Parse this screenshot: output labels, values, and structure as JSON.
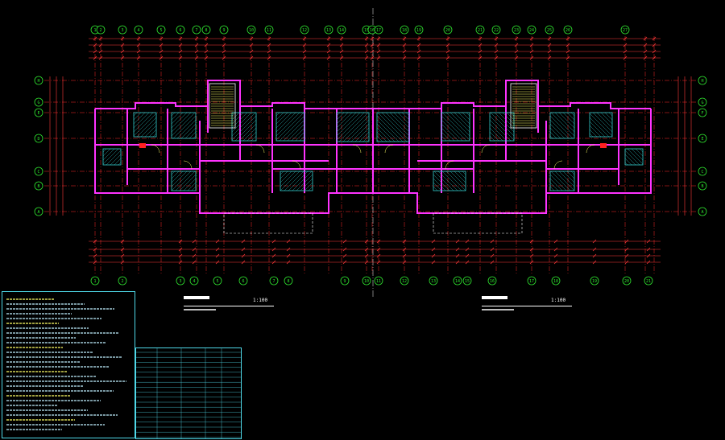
{
  "drawing": {
    "colors": {
      "background": "#000000",
      "axis": "#ff2b2b",
      "wall": "#ff33ff",
      "bubble": "#2fe62f",
      "dimension": "#ff3a3a",
      "hatch": "#33cccc",
      "text": "#ffffff",
      "table": "#4fd8e8",
      "note": "#ffff66"
    },
    "grid_top": [
      "1",
      "2",
      "3",
      "4",
      "5",
      "6",
      "7",
      "8",
      "9",
      "10",
      "11",
      "12",
      "13",
      "14",
      "15",
      "16",
      "17",
      "18",
      "19",
      "20",
      "21",
      "22",
      "23",
      "24",
      "25",
      "26",
      "27"
    ],
    "grid_bottom": [
      "1",
      "2",
      "3",
      "4",
      "5",
      "6",
      "7",
      "8",
      "9",
      "10",
      "11",
      "12",
      "13",
      "14",
      "15",
      "16",
      "17",
      "18",
      "19",
      "20",
      "21"
    ],
    "grid_left": [
      "H",
      "G",
      "E",
      "D",
      "C",
      "B",
      "A"
    ],
    "grid_right": [
      "H",
      "G",
      "F",
      "E",
      "C",
      "B",
      "A"
    ]
  },
  "titles": {
    "left_scale": "1:100",
    "right_scale": "1:100"
  }
}
